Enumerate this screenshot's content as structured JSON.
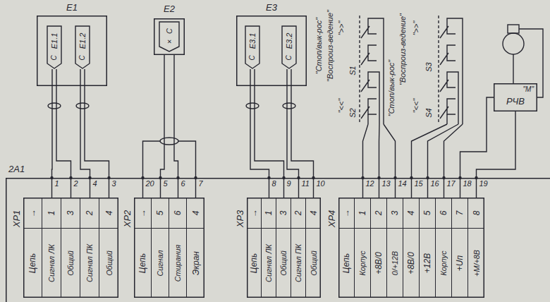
{
  "diagram": {
    "nodes": [
      {
        "text": [
          "2А1"
        ]
      },
      {
        "text": [
          "ХР1",
          "→",
          "Цепь",
          "1",
          "Сигнал ЛК",
          "3",
          "Общий",
          "2",
          "Сигнал ПК",
          "4",
          "Общий"
        ],
        "in": 0
      },
      {
        "text": [
          "ХР2",
          "→",
          "Цепь",
          "5",
          "Сигнал",
          "6",
          "Стирания",
          "4",
          "Экран"
        ],
        "in": 0
      },
      {
        "text": [
          "ХР3",
          "→",
          "Цепь",
          "1",
          "Сигнал ЛК",
          "3",
          "Общий",
          "2",
          "Сигнал ПК",
          "4",
          "Общий"
        ],
        "in": 0
      },
      {
        "text": [
          "ХР4",
          "→",
          "Цепь",
          "1",
          "Корпус",
          "2",
          "+8В/0",
          "3",
          "0/+12В",
          "4",
          "+8В/0",
          "5",
          "+12В",
          "6",
          "Корпус",
          "7",
          "+Uп",
          "8",
          "+М/+8В"
        ],
        "in": 0
      },
      {
        "text": [
          "Е1"
        ]
      },
      {
        "text": [
          "Е1.1",
          "С"
        ],
        "in": 5
      },
      {
        "text": [
          "Е1.2",
          "С"
        ],
        "in": 5
      },
      {
        "text": [
          "Е2",
          "С",
          "×"
        ]
      },
      {
        "text": [
          "Е3"
        ]
      },
      {
        "text": [
          "Е3.1",
          "С"
        ],
        "in": 9
      },
      {
        "text": [
          "Е3.2",
          "С"
        ],
        "in": 9
      },
      {
        "text": [
          "РЧВ",
          "\"М\""
        ]
      }
    ],
    "edges": [
      {
        "from": 6,
        "to": 1,
        "arrow": "none"
      },
      {
        "from": 7,
        "to": 1,
        "arrow": "none"
      },
      {
        "from": 8,
        "to": 2,
        "arrow": "none"
      },
      {
        "from": 10,
        "to": 3,
        "arrow": "none"
      },
      {
        "from": 11,
        "to": 3,
        "arrow": "none"
      },
      {
        "from": 12,
        "to": 4,
        "arrow": "none"
      }
    ],
    "labels": [
      "1",
      "2",
      "4",
      "3",
      "20",
      "5",
      "6",
      "7",
      "8",
      "9",
      "11",
      "10",
      "12",
      "13",
      "14",
      "15",
      "16",
      "17",
      "18",
      "19",
      "\"Стоп/вык-рос\"",
      "\"Воспроиз-ведение\"",
      "\">>\"",
      "\"<<\"",
      "S1",
      "S2",
      "\"Стоп/вык-рос\"",
      "\"Воспроиз-ведение\"",
      "\">>\"",
      "\"<<\"",
      "S3",
      "S4"
    ]
  }
}
